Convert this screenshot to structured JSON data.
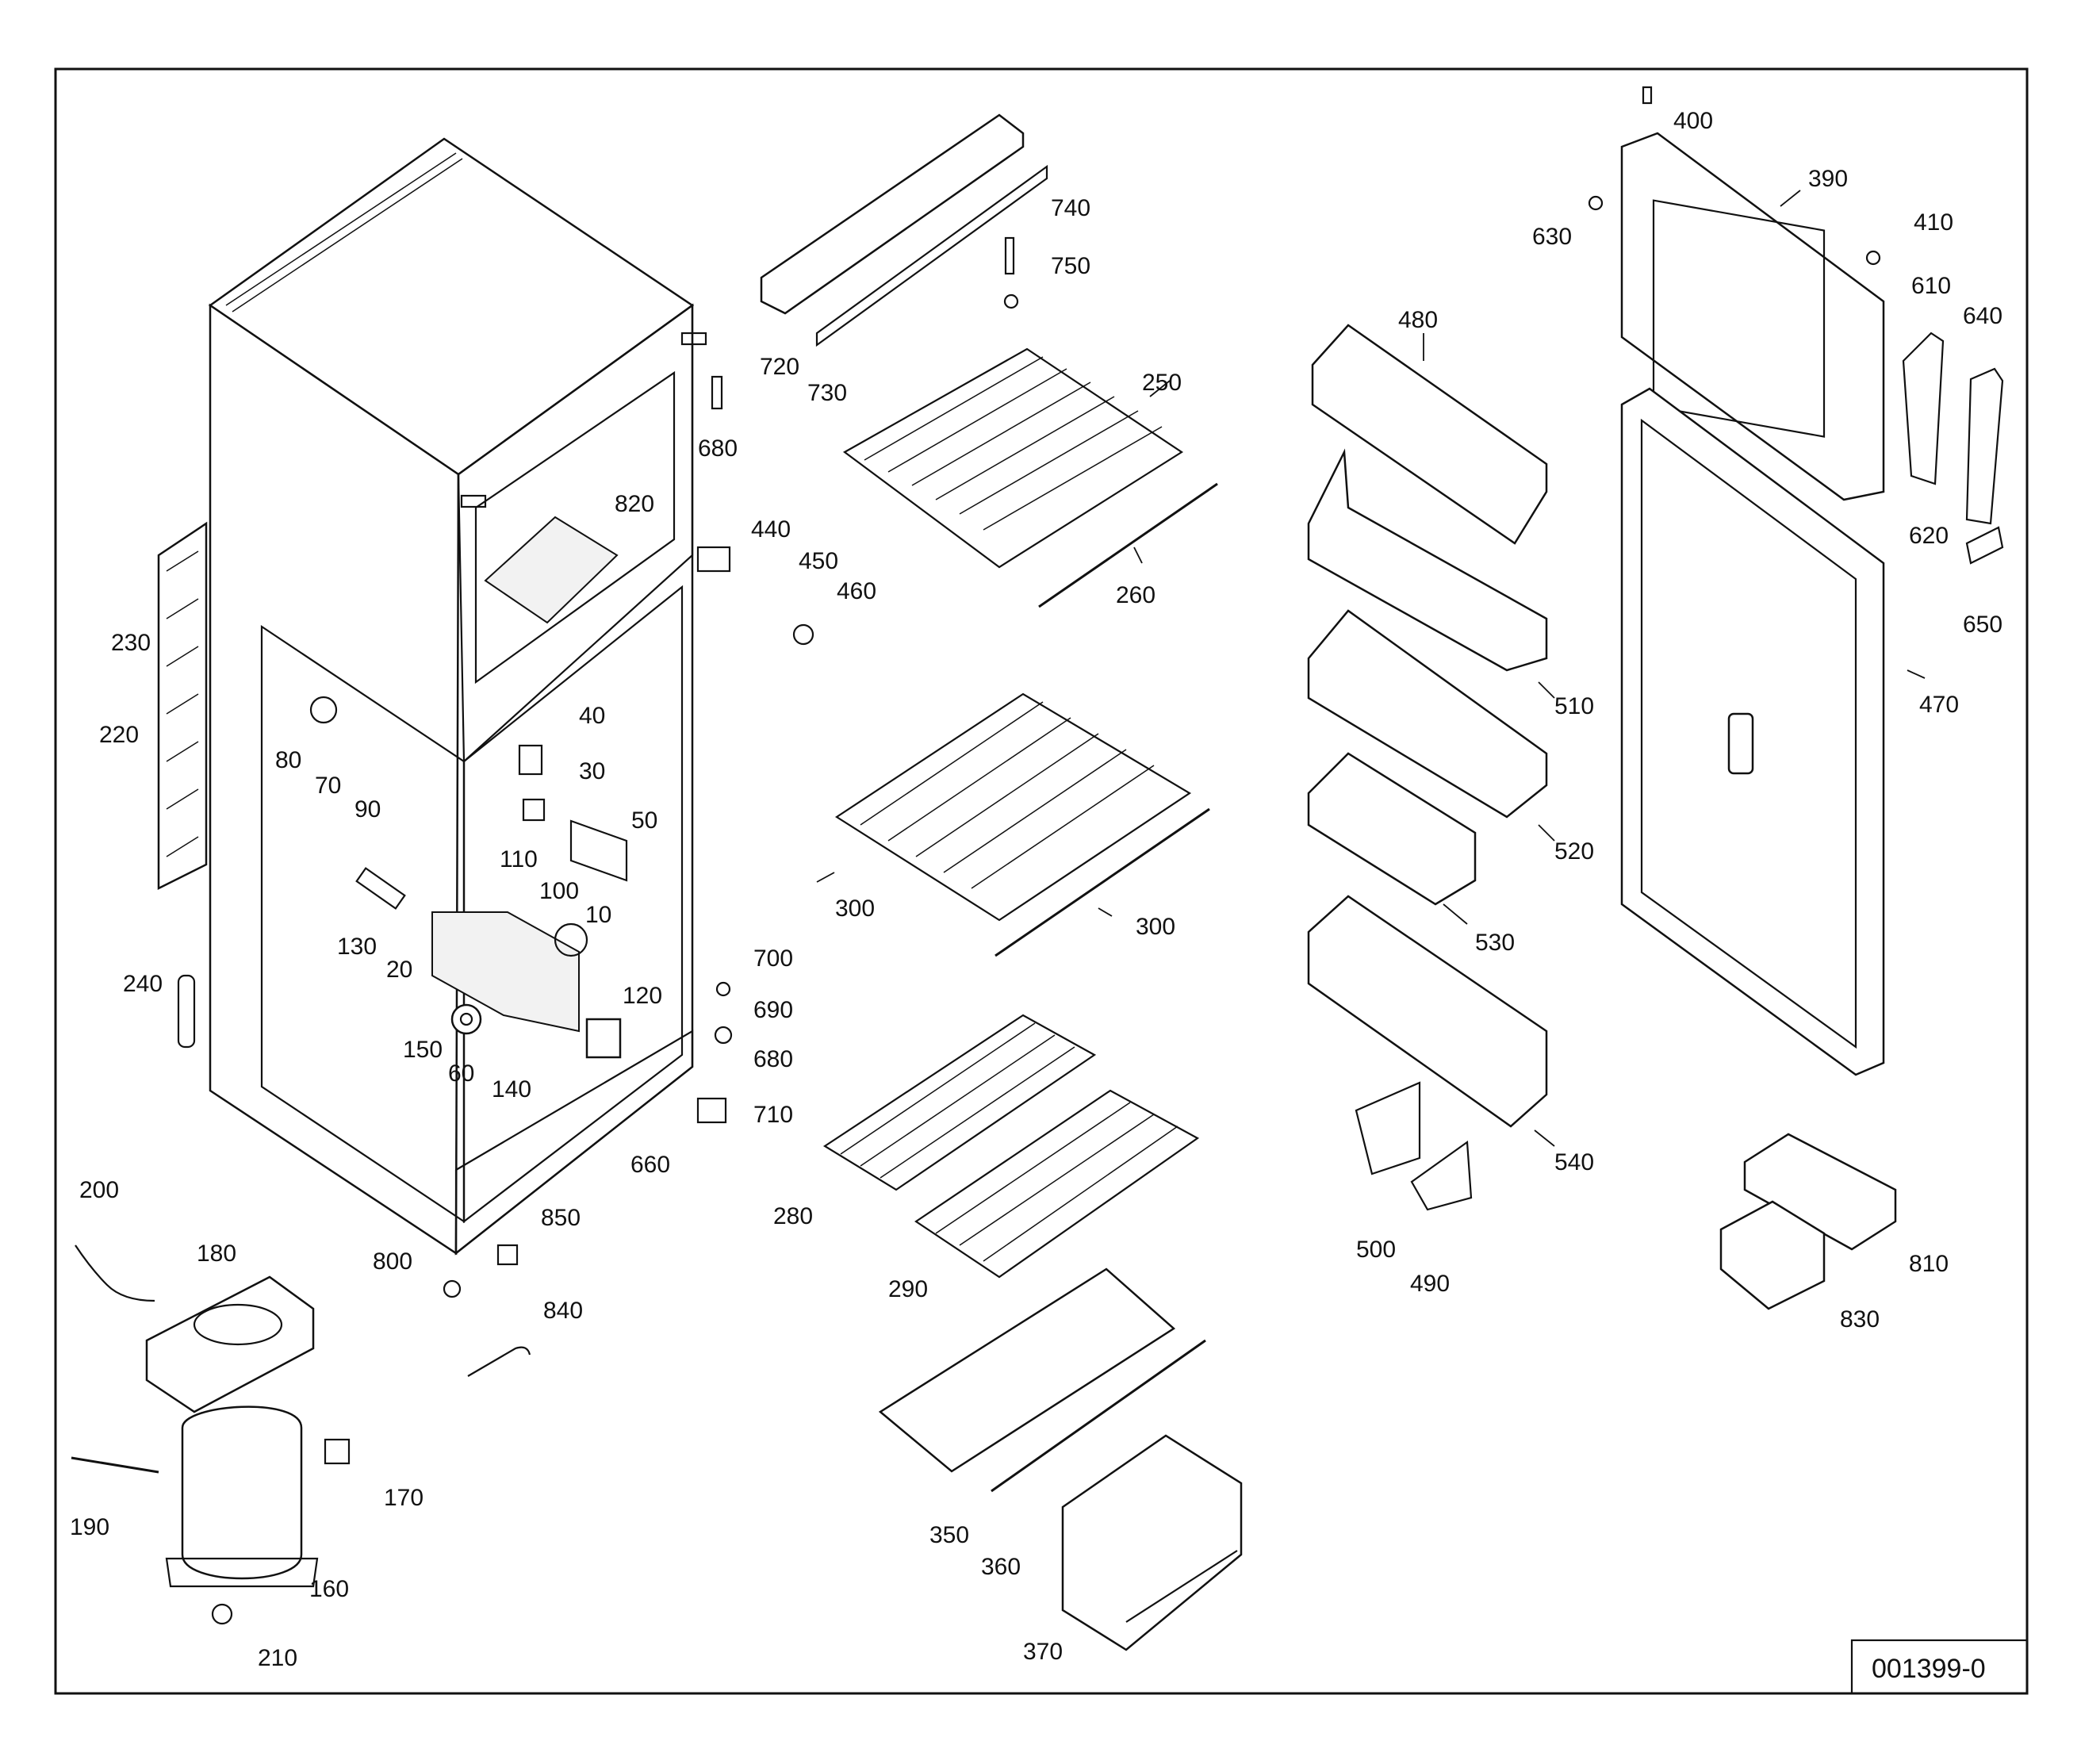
{
  "drawing_id": "001399-0",
  "part_labels": [
    {
      "id": "10",
      "text": "10"
    },
    {
      "id": "20",
      "text": "20"
    },
    {
      "id": "30",
      "text": "30"
    },
    {
      "id": "40",
      "text": "40"
    },
    {
      "id": "50",
      "text": "50"
    },
    {
      "id": "60",
      "text": "60"
    },
    {
      "id": "70",
      "text": "70"
    },
    {
      "id": "80",
      "text": "80"
    },
    {
      "id": "90",
      "text": "90"
    },
    {
      "id": "100",
      "text": "100"
    },
    {
      "id": "110",
      "text": "110"
    },
    {
      "id": "120",
      "text": "120"
    },
    {
      "id": "130",
      "text": "130"
    },
    {
      "id": "140",
      "text": "140"
    },
    {
      "id": "150",
      "text": "150"
    },
    {
      "id": "160",
      "text": "160"
    },
    {
      "id": "170",
      "text": "170"
    },
    {
      "id": "180",
      "text": "180"
    },
    {
      "id": "190",
      "text": "190"
    },
    {
      "id": "200",
      "text": "200"
    },
    {
      "id": "210",
      "text": "210"
    },
    {
      "id": "220",
      "text": "220"
    },
    {
      "id": "230",
      "text": "230"
    },
    {
      "id": "240",
      "text": "240"
    },
    {
      "id": "250",
      "text": "250"
    },
    {
      "id": "260",
      "text": "260"
    },
    {
      "id": "280",
      "text": "280"
    },
    {
      "id": "290",
      "text": "290"
    },
    {
      "id": "300a",
      "text": "300"
    },
    {
      "id": "300b",
      "text": "300"
    },
    {
      "id": "350",
      "text": "350"
    },
    {
      "id": "360",
      "text": "360"
    },
    {
      "id": "370",
      "text": "370"
    },
    {
      "id": "390",
      "text": "390"
    },
    {
      "id": "400",
      "text": "400"
    },
    {
      "id": "410",
      "text": "410"
    },
    {
      "id": "440",
      "text": "440"
    },
    {
      "id": "450",
      "text": "450"
    },
    {
      "id": "460",
      "text": "460"
    },
    {
      "id": "470",
      "text": "470"
    },
    {
      "id": "480",
      "text": "480"
    },
    {
      "id": "490",
      "text": "490"
    },
    {
      "id": "500",
      "text": "500"
    },
    {
      "id": "510",
      "text": "510"
    },
    {
      "id": "520",
      "text": "520"
    },
    {
      "id": "530",
      "text": "530"
    },
    {
      "id": "540",
      "text": "540"
    },
    {
      "id": "610",
      "text": "610"
    },
    {
      "id": "620",
      "text": "620"
    },
    {
      "id": "630",
      "text": "630"
    },
    {
      "id": "640",
      "text": "640"
    },
    {
      "id": "650",
      "text": "650"
    },
    {
      "id": "660",
      "text": "660"
    },
    {
      "id": "680a",
      "text": "680"
    },
    {
      "id": "680b",
      "text": "680"
    },
    {
      "id": "690",
      "text": "690"
    },
    {
      "id": "700",
      "text": "700"
    },
    {
      "id": "710",
      "text": "710"
    },
    {
      "id": "720",
      "text": "720"
    },
    {
      "id": "730",
      "text": "730"
    },
    {
      "id": "740",
      "text": "740"
    },
    {
      "id": "750",
      "text": "750"
    },
    {
      "id": "800",
      "text": "800"
    },
    {
      "id": "810",
      "text": "810"
    },
    {
      "id": "820",
      "text": "820"
    },
    {
      "id": "830",
      "text": "830"
    },
    {
      "id": "840",
      "text": "840"
    },
    {
      "id": "850",
      "text": "850"
    }
  ]
}
